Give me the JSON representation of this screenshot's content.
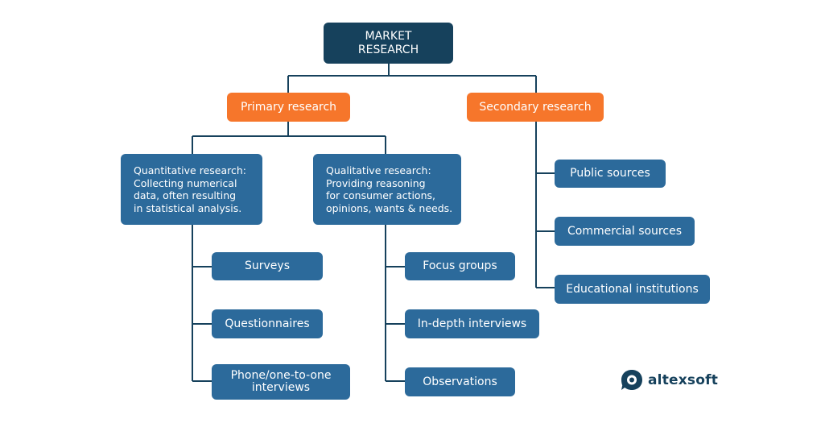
{
  "root": {
    "line1": "MARKET",
    "line2": "RESEARCH"
  },
  "primary": {
    "label": "Primary research"
  },
  "secondary": {
    "label": "Secondary research"
  },
  "quantitative": {
    "lines": [
      "Quantitative research:",
      "Collecting numerical",
      "data, often resulting",
      "in statistical analysis."
    ]
  },
  "qualitative": {
    "lines": [
      "Qualitative research:",
      "Providing reasoning",
      "for consumer actions,",
      "opinions, wants & needs."
    ]
  },
  "quant_methods": {
    "surveys": "Surveys",
    "questionnaires": "Questionnaires",
    "phone_line1": "Phone/one-to-one",
    "phone_line2": "interviews"
  },
  "qual_methods": {
    "focus_groups": "Focus groups",
    "in_depth": "In-depth interviews",
    "observations": "Observations"
  },
  "secondary_sources": {
    "public": "Public sources",
    "commercial": "Commercial sources",
    "educational": "Educational institutions"
  },
  "brand": {
    "name": "altexsoft"
  },
  "colors": {
    "root": "#16415c",
    "accent": "#f6762b",
    "node": "#2c6a9b",
    "line": "#16415c"
  }
}
